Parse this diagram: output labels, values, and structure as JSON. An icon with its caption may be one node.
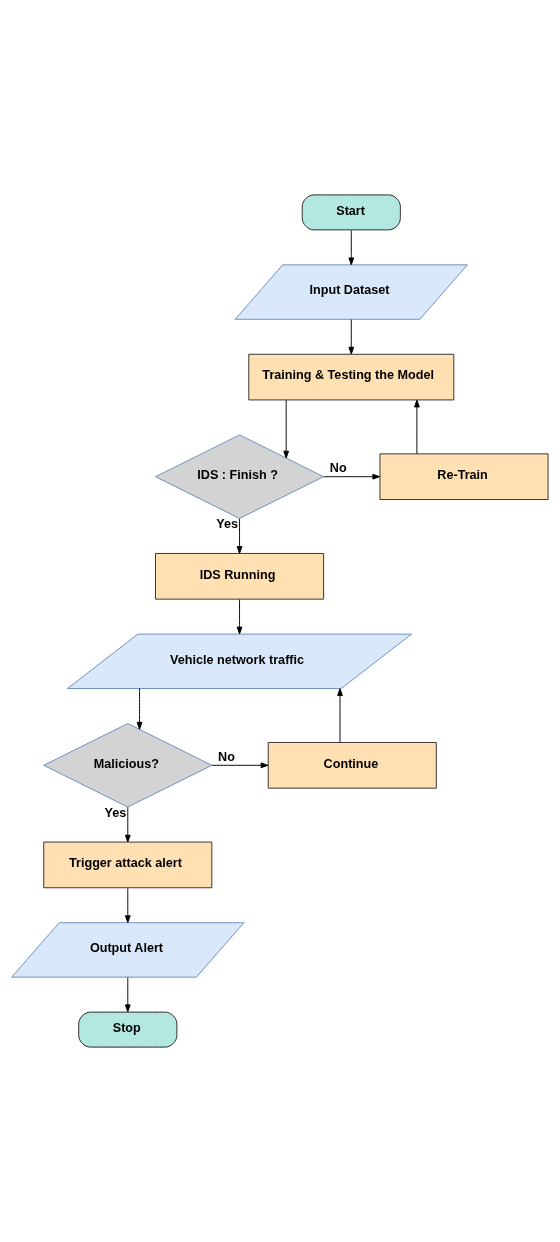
{
  "diagram": {
    "nodes": [
      {
        "text": [
          "Start"
        ]
      },
      {
        "text": [
          "Input Dataset"
        ]
      },
      {
        "text": [
          "Training & Testing the Model"
        ]
      },
      {
        "text": [
          "IDS : Finish ?"
        ]
      },
      {
        "text": [
          "Re-Train"
        ]
      },
      {
        "text": [
          "IDS Running"
        ]
      },
      {
        "text": [
          "Vehicle network traffic"
        ]
      },
      {
        "text": [
          "Malicious?"
        ]
      },
      {
        "text": [
          "Continue"
        ]
      },
      {
        "text": [
          "Trigger attack alert"
        ]
      },
      {
        "text": [
          "Output Alert"
        ]
      },
      {
        "text": [
          "Stop"
        ]
      }
    ],
    "edges": [
      {
        "from": 0,
        "to": 1,
        "arrow": "to"
      },
      {
        "from": 1,
        "to": 2,
        "arrow": "to"
      },
      {
        "from": 2,
        "to": 3,
        "arrow": "to"
      },
      {
        "from": 3,
        "to": 4,
        "label": "No",
        "arrow": "to"
      },
      {
        "from": 4,
        "to": 2,
        "arrow": "to"
      },
      {
        "from": 3,
        "to": 5,
        "label": "Yes",
        "arrow": "to"
      },
      {
        "from": 5,
        "to": 6,
        "arrow": "to"
      },
      {
        "from": 6,
        "to": 7,
        "arrow": "to"
      },
      {
        "from": 7,
        "to": 8,
        "label": "No",
        "arrow": "to"
      },
      {
        "from": 8,
        "to": 6,
        "arrow": "to"
      },
      {
        "from": 7,
        "to": 9,
        "label": "Yes",
        "arrow": "to"
      },
      {
        "from": 9,
        "to": 10,
        "arrow": "to"
      },
      {
        "from": 10,
        "to": 11,
        "arrow": "to"
      }
    ]
  }
}
